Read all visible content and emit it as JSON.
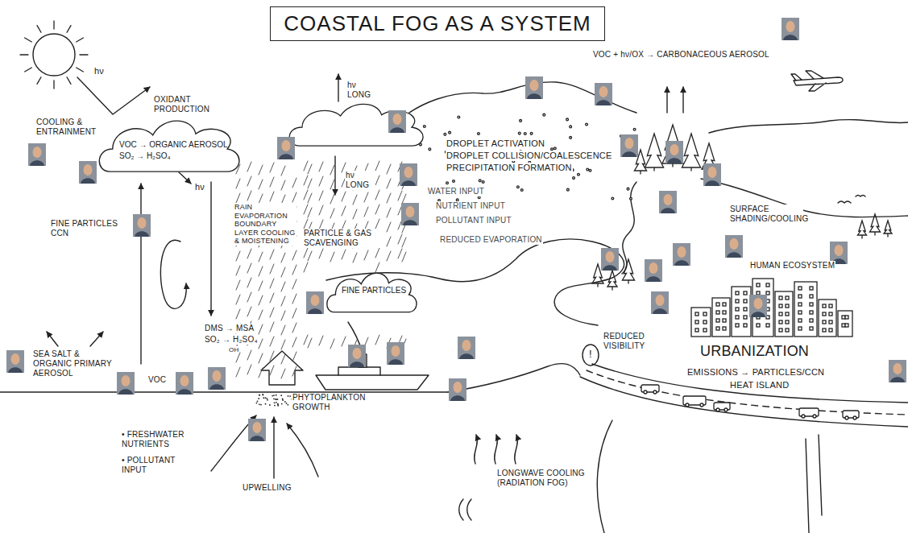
{
  "diagram": {
    "title": "COASTAL FOG AS A SYSTEM",
    "nodes": [
      {
        "text": [
          "VOC → ORGANIC AEROSOL",
          "SO₂ → H₂SO₄"
        ]
      },
      {
        "text": [
          "FINE PARTICLES"
        ]
      }
    ],
    "labels": [
      "hν",
      "COOLING & ENTRAINMENT",
      "OXIDANT PRODUCTION",
      "hν",
      "FINE PARTICLES CCN",
      "hν LONG",
      "hν LONG",
      "RAIN EVAPORATION BOUNDARY LAYER COOLING & MOISTENING",
      "PARTICLE & GAS SCAVENGING",
      "VOC + hν/OX → CARBONACEOUS AEROSOL",
      "DROPLET ACTIVATION",
      "DROPLET COLLISION/COALESCENCE",
      "PRECIPITATION FORMATION",
      "WATER INPUT",
      "NUTRIENT INPUT",
      "POLLUTANT INPUT",
      "REDUCED EVAPORATION",
      "SURFACE SHADING/COOLING",
      "HUMAN ECOSYSTEM",
      "REDUCED VISIBILITY",
      "!",
      "URBANIZATION",
      "EMISSIONS → PARTICLES/CCN",
      "HEAT ISLAND",
      "SEA SALT & ORGANIC PRIMARY AEROSOL",
      "VOC",
      "DMS → MSA",
      "SO₂ → H₂SO₄",
      "OH",
      "PHYTOPLANKTON GROWTH",
      "• FRESHWATER NUTRIENTS",
      "• POLLUTANT INPUT",
      "UPWELLING",
      "LONGWAVE COOLING (RADIATION FOG)"
    ]
  }
}
